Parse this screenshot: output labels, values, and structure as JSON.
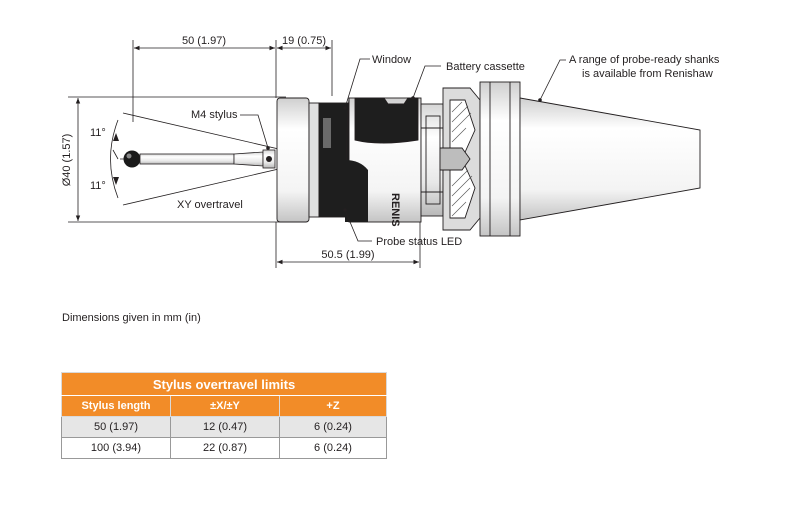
{
  "dims": {
    "top_left": "50 (1.97)",
    "top_right": "19 (0.75)",
    "bottom": "50.5 (1.99)",
    "diameter": "Ø40 (1.57)",
    "angle_top": "11°",
    "angle_bottom": "11°"
  },
  "labels": {
    "window": "Window",
    "battery": "Battery cassette",
    "shank_line1": "A range of probe-ready shanks",
    "shank_line2": "is available from Renishaw",
    "stylus": "M4 stylus",
    "xy": "XY overtravel",
    "led": "Probe status LED",
    "brand": "RENIS"
  },
  "note": "Dimensions given in mm (in)",
  "table": {
    "title": "Stylus overtravel limits",
    "headers": [
      "Stylus length",
      "±X/±Y",
      "+Z"
    ],
    "rows": [
      [
        "50 (1.97)",
        "12 (0.47)",
        "6 (0.24)"
      ],
      [
        "100 (3.94)",
        "22 (0.87)",
        "6 (0.24)"
      ]
    ]
  }
}
